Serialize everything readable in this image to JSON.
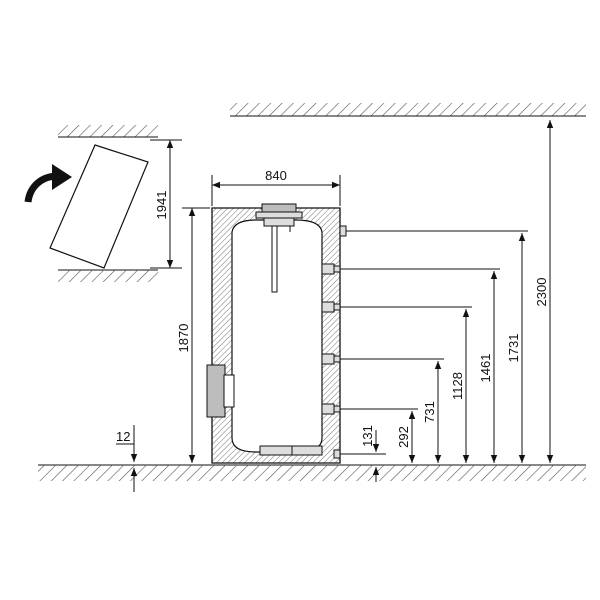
{
  "dimensions": {
    "width": "840",
    "height": "1870",
    "tilt": "1941",
    "ceiling": "2300",
    "conn1": "1731",
    "conn2": "1461",
    "conn3": "1128",
    "conn4": "731",
    "conn5": "292",
    "bottom_conn": "131",
    "feet": "12"
  },
  "colors": {
    "line": "#111111",
    "hatch": "#555555",
    "tank_fill": "#bdbdbd",
    "inner": "#ffffff"
  }
}
